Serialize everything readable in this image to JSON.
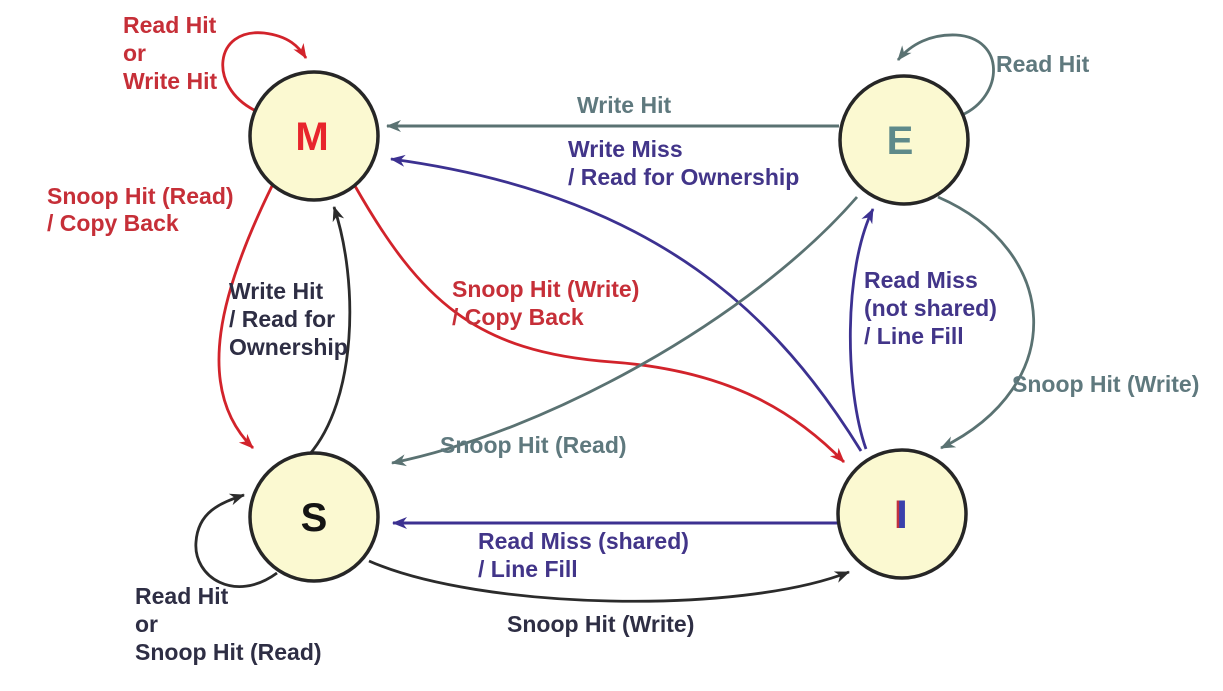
{
  "colors": {
    "node_fill": "#FBF9D1",
    "node_border": "#262626",
    "line_red": "#D2232B",
    "line_gray": "#5A7272",
    "line_purple": "#3C3191",
    "line_black": "#2B2B2B",
    "text_red": "#C62F38",
    "text_gray": "#5F797E",
    "text_purple": "#423589",
    "text_dark": "#2E2E44",
    "letter_M": "#E8252C",
    "letter_E": "#5E8A8A",
    "letter_S": "#141414",
    "letter_I": "#3A41AC"
  },
  "nodes": {
    "M": {
      "label": "M"
    },
    "E": {
      "label": "E"
    },
    "S": {
      "label": "S"
    },
    "I": {
      "label": "I"
    }
  },
  "edges": {
    "m_m": {
      "from": "M",
      "to": "M",
      "label": "Read Hit or Write Hit",
      "lines": [
        "Read Hit",
        "or",
        "Write Hit"
      ]
    },
    "e_e": {
      "from": "E",
      "to": "E",
      "label": "Read Hit",
      "lines": [
        "Read Hit"
      ]
    },
    "e_m": {
      "from": "E",
      "to": "M",
      "label": "Write Hit",
      "lines": [
        "Write Hit"
      ]
    },
    "i_m": {
      "from": "I",
      "to": "M",
      "label": "Write Miss / Read for Ownership",
      "lines": [
        "Write Miss",
        "/ Read for Ownership"
      ]
    },
    "m_s": {
      "from": "M",
      "to": "S",
      "label": "Snoop Hit (Read) / Copy Back",
      "lines": [
        "Snoop Hit (Read)",
        "/ Copy Back"
      ]
    },
    "s_m": {
      "from": "S",
      "to": "M",
      "label": "Write Hit / Read for Ownership",
      "lines": [
        "Write Hit",
        "/ Read for",
        "Ownership"
      ]
    },
    "m_i": {
      "from": "M",
      "to": "I",
      "label": "Snoop Hit (Write) / Copy Back",
      "lines": [
        "Snoop Hit (Write)",
        "/ Copy Back"
      ]
    },
    "i_e": {
      "from": "I",
      "to": "E",
      "label": "Read Miss (not shared) / Line Fill",
      "lines": [
        "Read Miss",
        "(not shared)",
        "/ Line Fill"
      ]
    },
    "e_i": {
      "from": "E",
      "to": "I",
      "label": "Snoop Hit (Write)",
      "lines": [
        "Snoop Hit (Write)"
      ]
    },
    "e_s": {
      "from": "E",
      "to": "S",
      "label": "Snoop Hit (Read)",
      "lines": [
        "Snoop Hit (Read)"
      ]
    },
    "s_s": {
      "from": "S",
      "to": "S",
      "label": "Read Hit or Snoop Hit (Read)",
      "lines": [
        "Read Hit",
        "or",
        "Snoop Hit (Read)"
      ]
    },
    "i_s": {
      "from": "I",
      "to": "S",
      "label": "Read Miss (shared) / Line Fill",
      "lines": [
        "Read Miss (shared)",
        "/ Line Fill"
      ]
    },
    "s_i": {
      "from": "S",
      "to": "I",
      "label": "Snoop Hit (Write)",
      "lines": [
        "Snoop Hit (Write)"
      ]
    }
  }
}
